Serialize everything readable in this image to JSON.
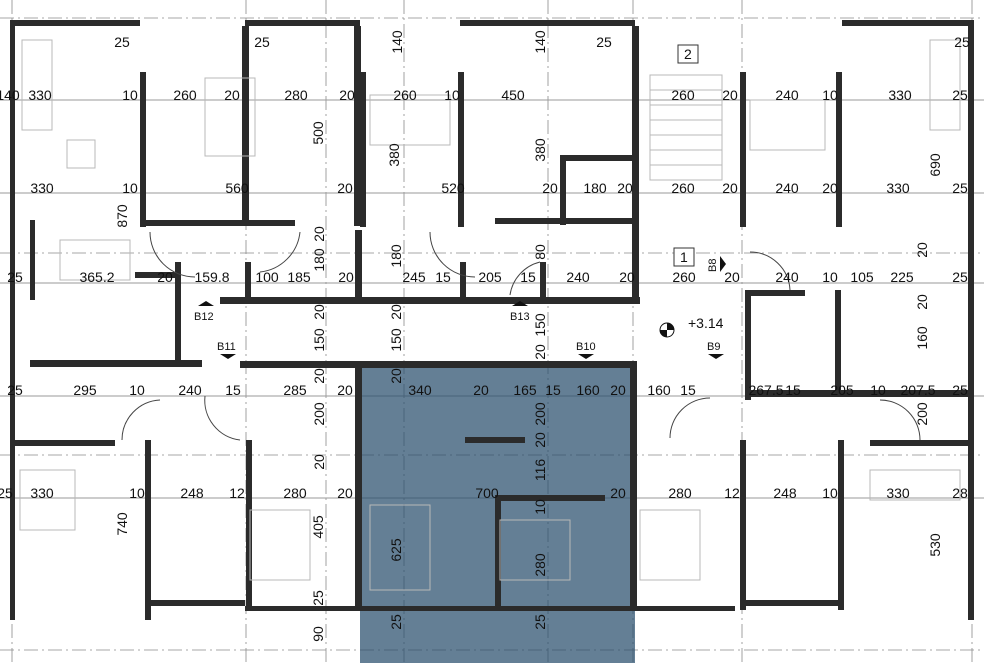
{
  "plan": {
    "title_boxes": [
      "2",
      "1"
    ],
    "elevation": "+3.14",
    "section_markers": [
      "B12",
      "B11",
      "B13",
      "B10",
      "B9",
      "B8"
    ],
    "highlight_color": "#2c4e6c",
    "wall_color": "#2b2b2b",
    "dims_top": [
      "330",
      "10",
      "260",
      "20",
      "280",
      "20",
      "260",
      "10",
      "450",
      "260",
      "20",
      "240",
      "10",
      "330",
      "25",
      "25",
      "25",
      "25",
      "25",
      "140",
      "140"
    ],
    "dims_row2": [
      "330",
      "10",
      "560",
      "20",
      "520",
      "20",
      "180",
      "20",
      "260",
      "20",
      "240",
      "20",
      "330",
      "25",
      "690",
      "870",
      "500",
      "380",
      "380"
    ],
    "dims_row3": [
      "25",
      "365.2",
      "20",
      "159.8",
      "100",
      "185",
      "20",
      "245",
      "15",
      "205",
      "15",
      "240",
      "20",
      "260",
      "20",
      "240",
      "10",
      "105",
      "225",
      "25",
      "180",
      "180",
      "80",
      "20",
      "20"
    ],
    "dims_corridor": [
      "20",
      "150",
      "20",
      "20",
      "150",
      "20",
      "150",
      "20",
      "20",
      "160"
    ],
    "dims_row4": [
      "25",
      "295",
      "10",
      "240",
      "15",
      "285",
      "20",
      "340",
      "20",
      "165",
      "15",
      "160",
      "20",
      "160",
      "15",
      "267.5",
      "15",
      "205",
      "10",
      "207.5",
      "25",
      "200",
      "200",
      "20",
      "200",
      "20"
    ],
    "dims_row5": [
      "25",
      "330",
      "10",
      "248",
      "12",
      "280",
      "20",
      "700",
      "20",
      "280",
      "12",
      "248",
      "10",
      "330",
      "28",
      "740",
      "405",
      "625",
      "116",
      "10",
      "280",
      "530",
      "90",
      "25",
      "25",
      "25"
    ]
  }
}
